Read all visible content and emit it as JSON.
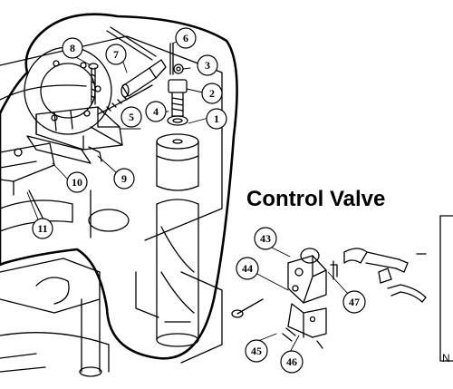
{
  "title": "Control Valve",
  "callouts": [
    "1",
    "2",
    "3",
    "4",
    "5",
    "6",
    "7",
    "8",
    "9",
    "10",
    "11",
    "43",
    "44",
    "45",
    "46",
    "47"
  ],
  "edge_label": "N"
}
